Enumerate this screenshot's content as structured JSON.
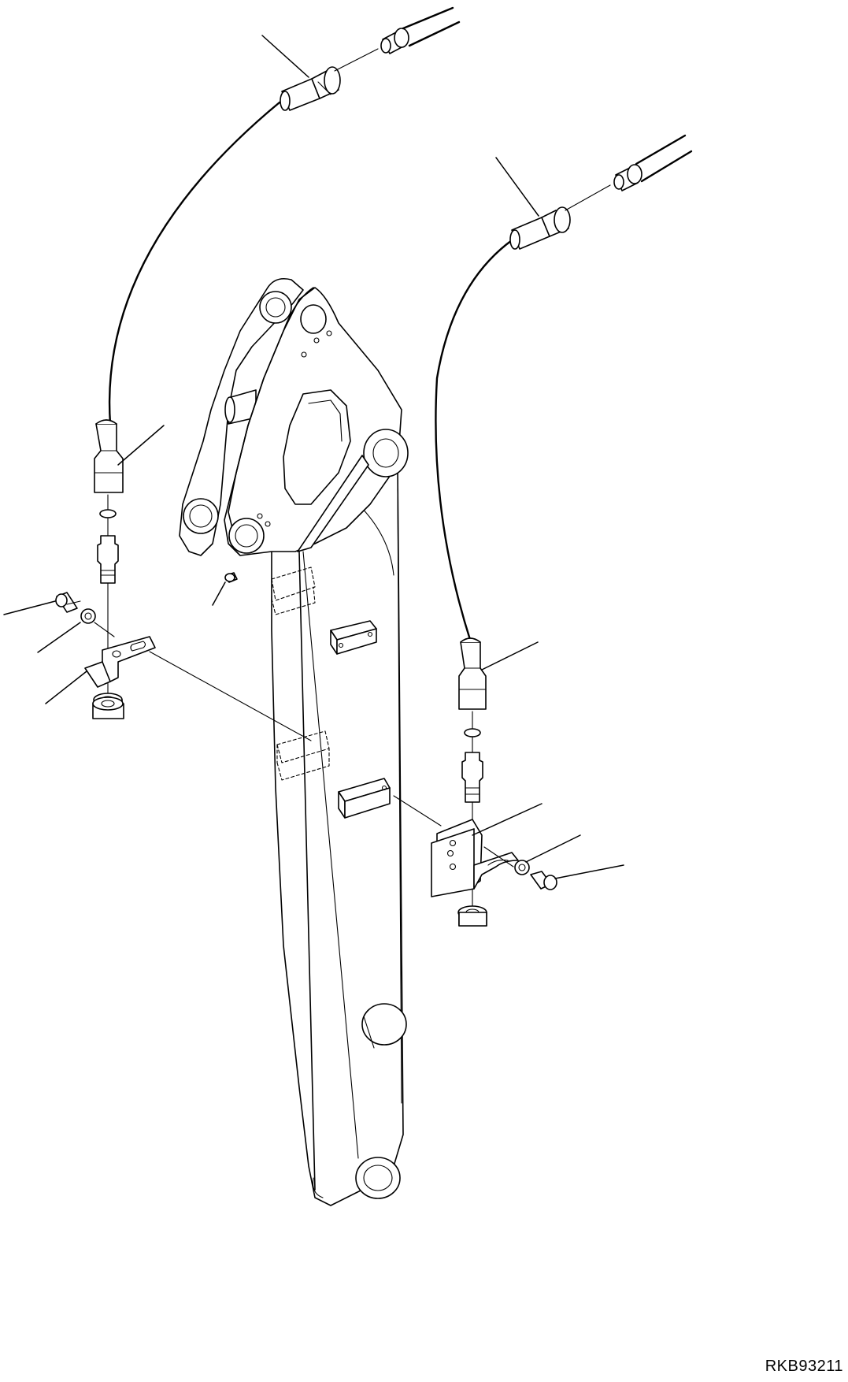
{
  "figure": {
    "drawing_code": "RKB93211",
    "background": "#ffffff",
    "line_color": "#000000"
  },
  "components": [
    "arm",
    "left-hose",
    "right-hose",
    "left-clamp-assembly",
    "right-clamp-assembly",
    "left-mounting-block",
    "right-mounting-block"
  ]
}
